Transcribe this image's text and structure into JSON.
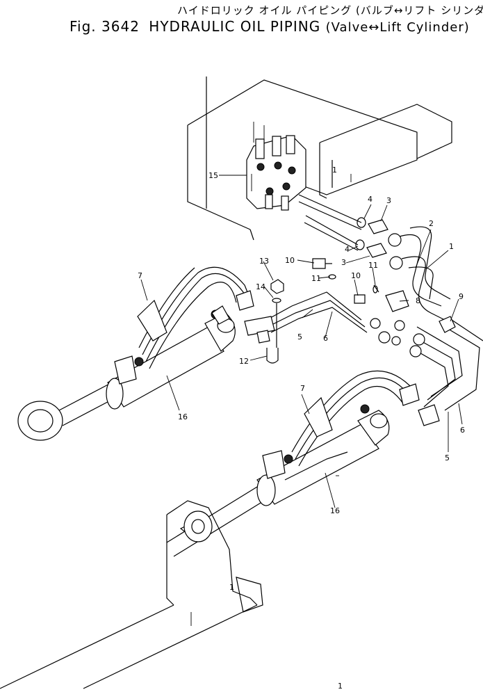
{
  "title": {
    "japanese": "ハイドロリック オイル パイピング (バルブ↔リフト シリンダ)",
    "figure_number": "Fig. 3642",
    "english": "HYDRAULIC OIL PIPING",
    "subtitle": "(Valve↔Lift Cylinder)"
  },
  "callouts": {
    "c1a": "1",
    "c1b": "1",
    "c1c": "1",
    "c1d": "1",
    "c2": "2",
    "c3a": "3",
    "c3b": "3",
    "c4a": "4",
    "c4b": "4",
    "c5a": "5",
    "c5b": "5",
    "c6a": "6",
    "c6b": "6",
    "c7a": "7",
    "c7b": "7",
    "c8": "8",
    "c9": "9",
    "c10a": "10",
    "c10b": "10",
    "c11a": "11",
    "c11b": "11",
    "c12": "12",
    "c13": "13",
    "c14": "14",
    "c15": "15",
    "c16a": "16",
    "c16b": "16"
  }
}
